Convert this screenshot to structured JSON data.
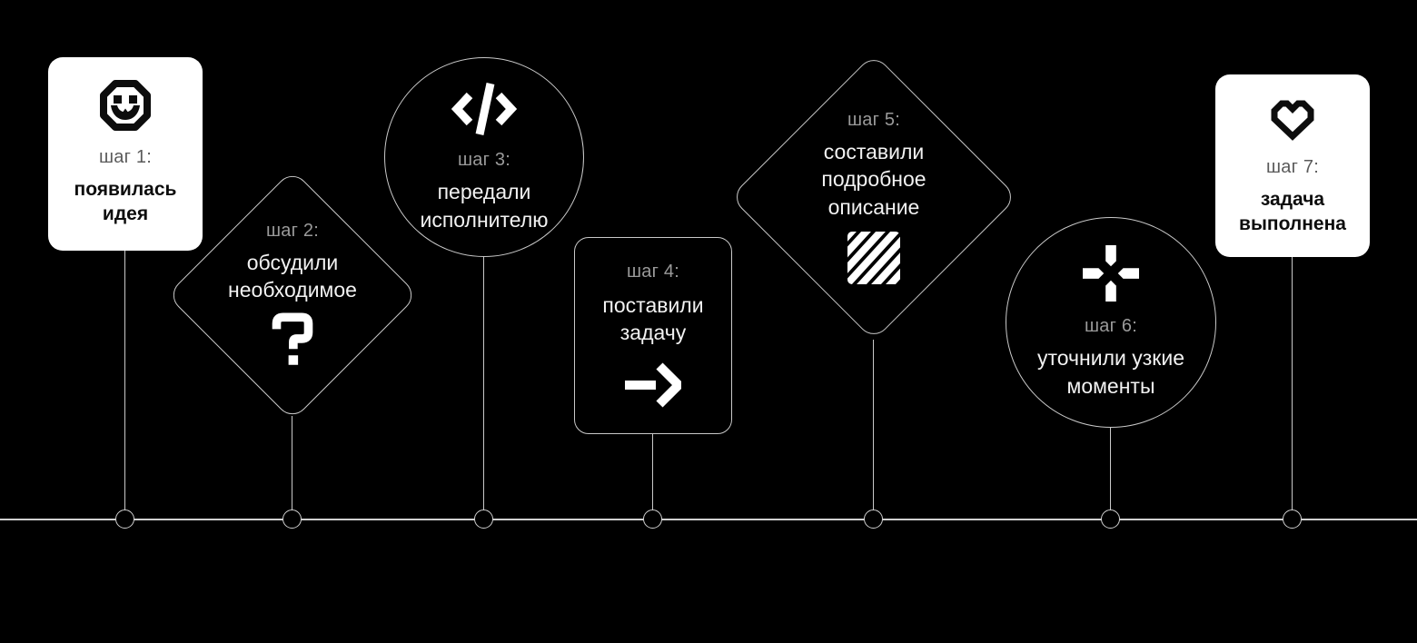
{
  "diagram": {
    "title": "process-steps-timeline",
    "background_color": "#000000",
    "line_color": "#c9c9c9",
    "card_background": "#ffffff",
    "label_color_on_dark": "#9a9a9a",
    "label_color_on_light": "#5a5a5a",
    "title_color_on_dark": "#f2f2f2",
    "title_color_on_light": "#0d0d0d",
    "steps": [
      {
        "label": "шаг 1:",
        "title": "появилась идея",
        "shape": "card",
        "icon": "smiley-icon"
      },
      {
        "label": "шаг 2:",
        "title": "обсудили необходимое",
        "shape": "diamond",
        "icon": "question-icon"
      },
      {
        "label": "шаг 3:",
        "title": "передали исполнителю",
        "shape": "circle",
        "icon": "code-icon"
      },
      {
        "label": "шаг 4:",
        "title": "поставили задачу",
        "shape": "rect",
        "icon": "arrow-icon"
      },
      {
        "label": "шаг 5:",
        "title": "составили подробное описание",
        "shape": "diamond",
        "icon": "stripes-icon"
      },
      {
        "label": "шаг 6:",
        "title": "уточнили узкие моменты",
        "shape": "circle",
        "icon": "plus-icon"
      },
      {
        "label": "шаг 7:",
        "title": "задача выполнена",
        "shape": "card",
        "icon": "heart-icon"
      }
    ]
  }
}
